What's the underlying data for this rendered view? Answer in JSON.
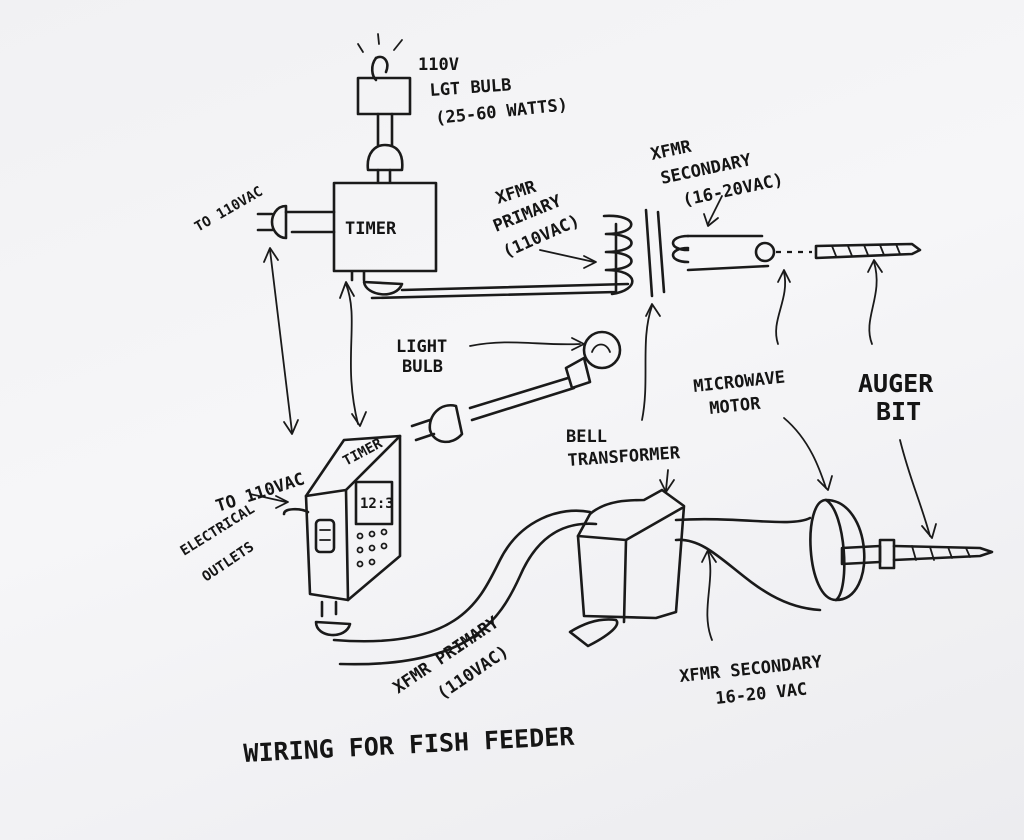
{
  "title": "WIRING FOR FISH FEEDER",
  "labels": {
    "bulb_top_1": "110V",
    "bulb_top_2": "LGT BULB",
    "bulb_top_3": "(25-60 WATTS)",
    "timer_top": "TIMER",
    "to_110vac_top": "TO 110VAC",
    "xfmr_primary_top_1": "XFMR",
    "xfmr_primary_top_2": "PRIMARY",
    "xfmr_primary_top_3": "(110VAC)",
    "xfmr_secondary_top_1": "XFMR",
    "xfmr_secondary_top_2": "SECONDARY",
    "xfmr_secondary_top_3": "(16-20VAC)",
    "light_bulb_1": "LIGHT",
    "light_bulb_2": "BULB",
    "microwave_motor_1": "MICROWAVE",
    "microwave_motor_2": "MOTOR",
    "auger_bit_1": "AUGER",
    "auger_bit_2": "BIT",
    "bell_transformer_1": "BELL",
    "bell_transformer_2": "TRANSFORMER",
    "to_110vac_outlets_1": "TO 110VAC",
    "to_110vac_outlets_2": "ELECTRICAL",
    "to_110vac_outlets_3": "OUTLETS",
    "timer_bottom": "TIMER",
    "timer_display": "12:3",
    "xfmr_primary_bottom_1": "XFMR PRIMARY",
    "xfmr_primary_bottom_2": "(110VAC)",
    "xfmr_secondary_bottom_1": "XFMR SECONDARY",
    "xfmr_secondary_bottom_2": "16-20 VAC"
  }
}
